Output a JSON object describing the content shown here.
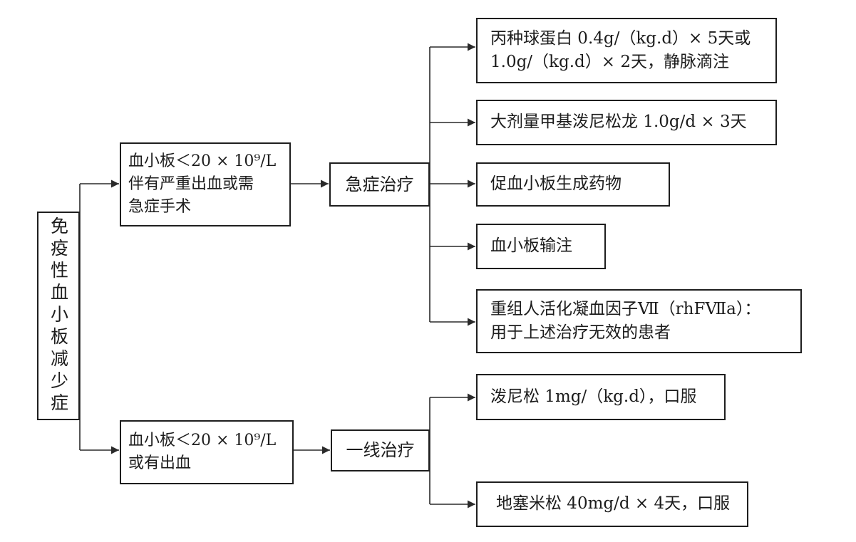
{
  "root": {
    "label": "免疫性血小板减少症"
  },
  "branches": [
    {
      "condition_lines": [
        "血小板＜20 × 10⁹/L",
        "伴有严重出血或需",
        "急症手术"
      ],
      "treatment": "急症治疗",
      "options": [
        {
          "lines": [
            "丙种球蛋白 0.4g/（kg.d）× 5天或",
            "1.0g/（kg.d）× 2天，静脉滴注"
          ]
        },
        {
          "lines": [
            "大剂量甲基泼尼松龙 1.0g/d × 3天"
          ]
        },
        {
          "lines": [
            "促血小板生成药物"
          ]
        },
        {
          "lines": [
            "血小板输注"
          ]
        },
        {
          "lines": [
            "重组人活化凝血因子Ⅶ（rhFⅦa）：",
            "用于上述治疗无效的患者"
          ]
        }
      ]
    },
    {
      "condition_lines": [
        "血小板＜20 × 10⁹/L",
        "或有出血"
      ],
      "treatment": "一线治疗",
      "options": [
        {
          "lines": [
            "泼尼松 1mg/（kg.d），口服"
          ]
        },
        {
          "lines": [
            "地塞米松 40mg/d × 4天，口服"
          ]
        }
      ]
    }
  ]
}
